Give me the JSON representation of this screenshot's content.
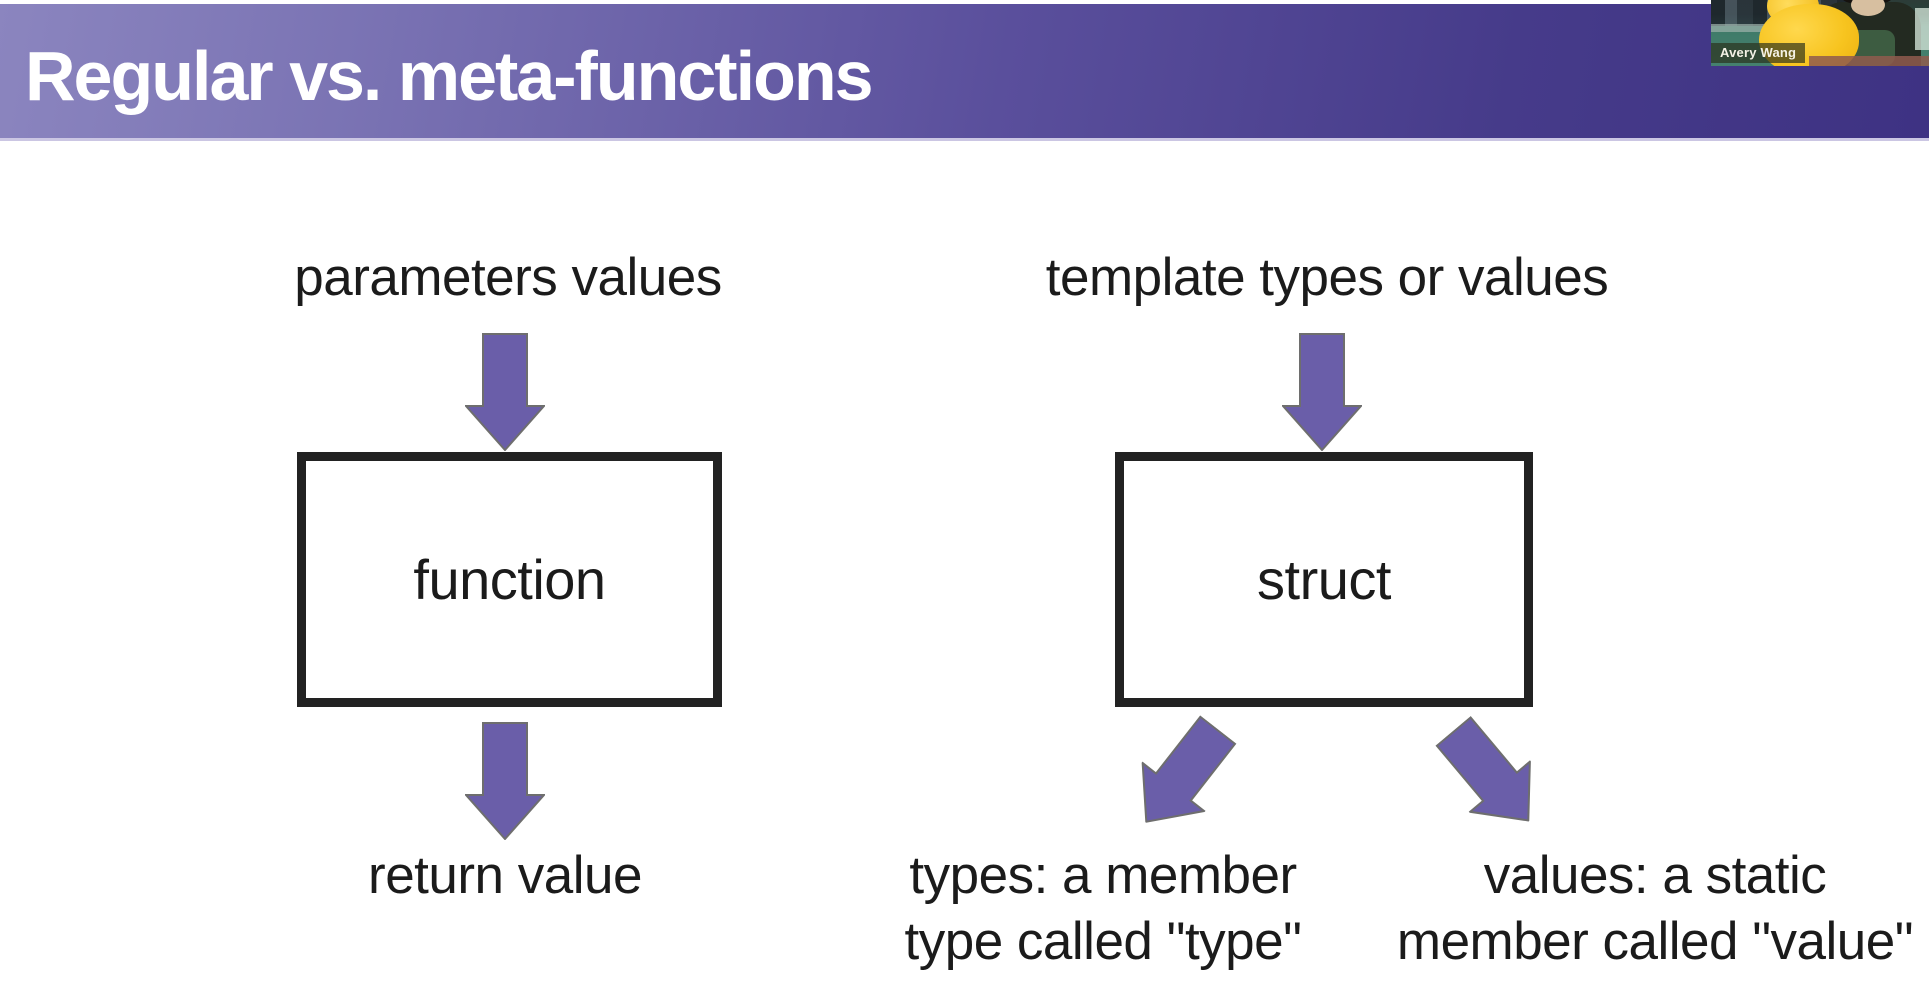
{
  "header": {
    "title": "Regular vs. meta-functions"
  },
  "webcam": {
    "participant_name": "Avery Wang"
  },
  "diagram": {
    "left": {
      "input_label": "parameters values",
      "box_label": "function",
      "output_label": "return value"
    },
    "right": {
      "input_label": "template types or values",
      "box_label": "struct",
      "output_types": {
        "line1": "types: a member",
        "line2": "type called \"type\""
      },
      "output_values": {
        "line1": "values: a static",
        "line2": "member called \"value\""
      }
    }
  },
  "colors": {
    "accent-arrow": "#6a5ea9",
    "arrow-outline": "#6e6e6e",
    "box-border": "#222222",
    "text": "#1b1b1b",
    "hdr1": "#8b85bf",
    "hdr2": "#5a4f9c",
    "hdr3": "#3e3283"
  }
}
